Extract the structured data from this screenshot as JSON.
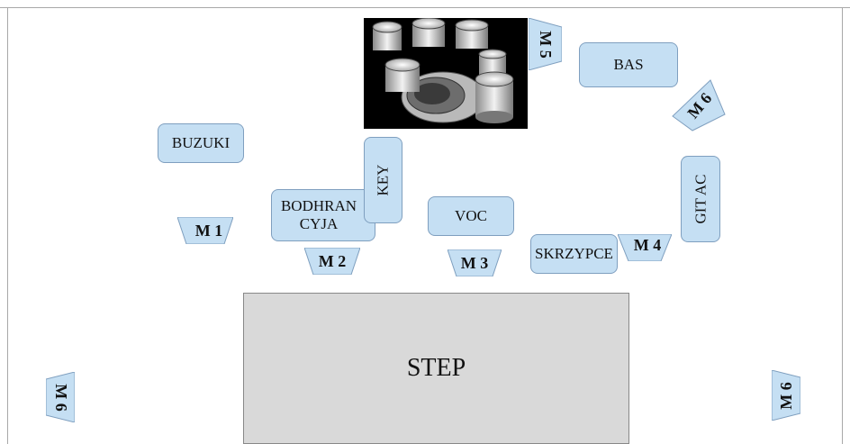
{
  "colors": {
    "box_fill": "#c5dff3",
    "box_border": "#7f9fbf",
    "stage_fill": "#d9d9d9",
    "drum_background": "#000000"
  },
  "stage": {
    "label": "STEP"
  },
  "instruments": {
    "buzuki": "BUZUKI",
    "bodhran": "BODHRAN\nCYJA",
    "key": "KEY",
    "voc": "VOC",
    "skrzypce": "SKRZYPCE",
    "bas": "BAS",
    "git_ac": "GIT AC"
  },
  "monitors": {
    "m1": "M 1",
    "m2": "M 2",
    "m3": "M 3",
    "m4": "M 4",
    "m5": "M 5",
    "m6_top": "M 6",
    "m6_left": "M 6",
    "m6_right": "M 6"
  },
  "drum_kit": {
    "icon": "drum-kit-icon"
  }
}
